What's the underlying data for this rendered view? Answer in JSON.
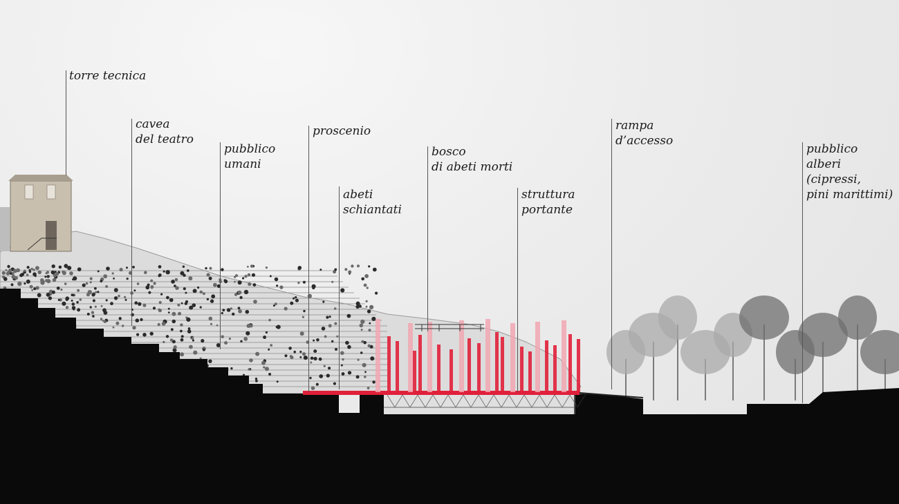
{
  "labels": {
    "torre_tecnica": [
      "torre tecnica"
    ],
    "cavea": [
      "cavea",
      "del teatro"
    ],
    "pubblico_umani": [
      "pubblico",
      "umani"
    ],
    "proscenio": [
      "proscenio"
    ],
    "abeti_schiantati": [
      "abeti",
      "schiantati"
    ],
    "bosco": [
      "bosco",
      "di abeti morti"
    ],
    "struttura": [
      "struttura",
      "portante"
    ],
    "rampa": [
      "rampa",
      "d’accesso"
    ],
    "pubblico_alberi": [
      "pubblico",
      "alberi",
      "(cipressi,",
      "pini marittimi)"
    ]
  },
  "colors": {
    "ground": "#0a0a0a",
    "structure_red": "#e0203a",
    "structure_pink": "#f1a7b2",
    "terrain": "#dcdcdc",
    "tower": "#c9bfae"
  }
}
